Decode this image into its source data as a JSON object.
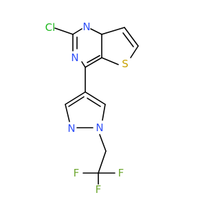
{
  "molecule": {
    "atom_labels": {
      "cl": "Cl",
      "n_pyrimidine_1": "N",
      "n_pyrimidine_2": "N",
      "s_thiophene": "S",
      "n_pyrazole_1": "N",
      "n_pyrazole_2": "N",
      "f_1": "F",
      "f_2": "F",
      "f_3": "F"
    },
    "colors": {
      "bond": "#000000",
      "carbon": "#000000",
      "nitrogen": "#3050F8",
      "sulfur": "#C8A200",
      "chlorine": "#1FB81F",
      "fluorine": "#6FA832"
    }
  }
}
